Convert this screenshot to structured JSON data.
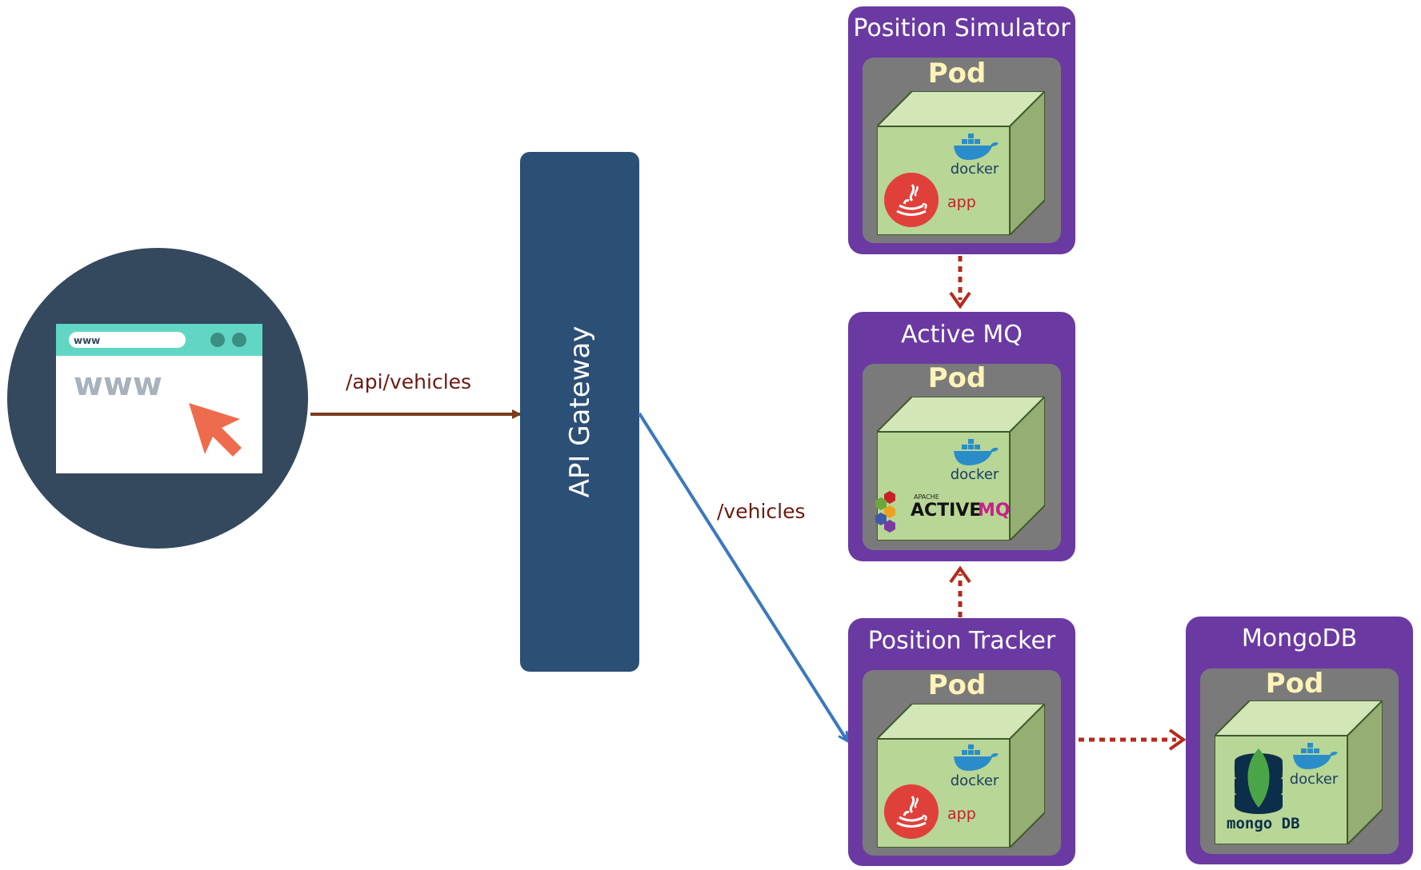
{
  "client": {
    "url_bar": "www",
    "page_text": "www"
  },
  "gateway": {
    "label": "API Gateway"
  },
  "edges": {
    "client_to_gateway": "/api/vehicles",
    "gateway_to_tracker": "/vehicles"
  },
  "services": [
    {
      "id": "position-simulator",
      "title": "Position Simulator",
      "pod": "Pod",
      "docker": "docker",
      "content": "app"
    },
    {
      "id": "active-mq",
      "title": "Active MQ",
      "pod": "Pod",
      "docker": "docker",
      "content_small": "APACHE",
      "content_main": "ACTIVE",
      "content_accent": "MQ"
    },
    {
      "id": "position-tracker",
      "title": "Position Tracker",
      "pod": "Pod",
      "docker": "docker",
      "content": "app"
    },
    {
      "id": "mongodb",
      "title": "MongoDB",
      "pod": "Pod",
      "docker": "docker",
      "content": "mongo DB"
    }
  ],
  "colors": {
    "service_box": "#6a3aa2",
    "pod_box": "#7a7a7a",
    "cube_front": "#b8d696",
    "gateway": "#2c4f76",
    "client_circle": "#34495e",
    "arrow_client": "#7a3c1a",
    "arrow_gateway": "#3a78c0",
    "dotted_arrow": "#b52a1c"
  }
}
